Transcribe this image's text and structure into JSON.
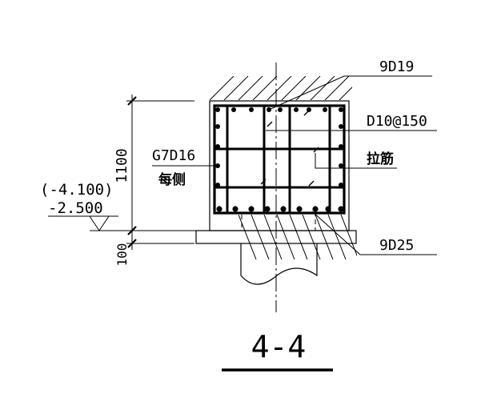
{
  "labels": {
    "top_rebar": "9D19",
    "stirrup": "D10@150",
    "tie_bar": "拉筋",
    "side_rebar": "G7D16",
    "each_side": "每侧",
    "height_dim": "1100",
    "bottom_dim": "100",
    "elevation_paren": "(-4.100)",
    "elevation": "-2.500",
    "bottom_rebar": "9D25",
    "section_title": "4-4"
  }
}
